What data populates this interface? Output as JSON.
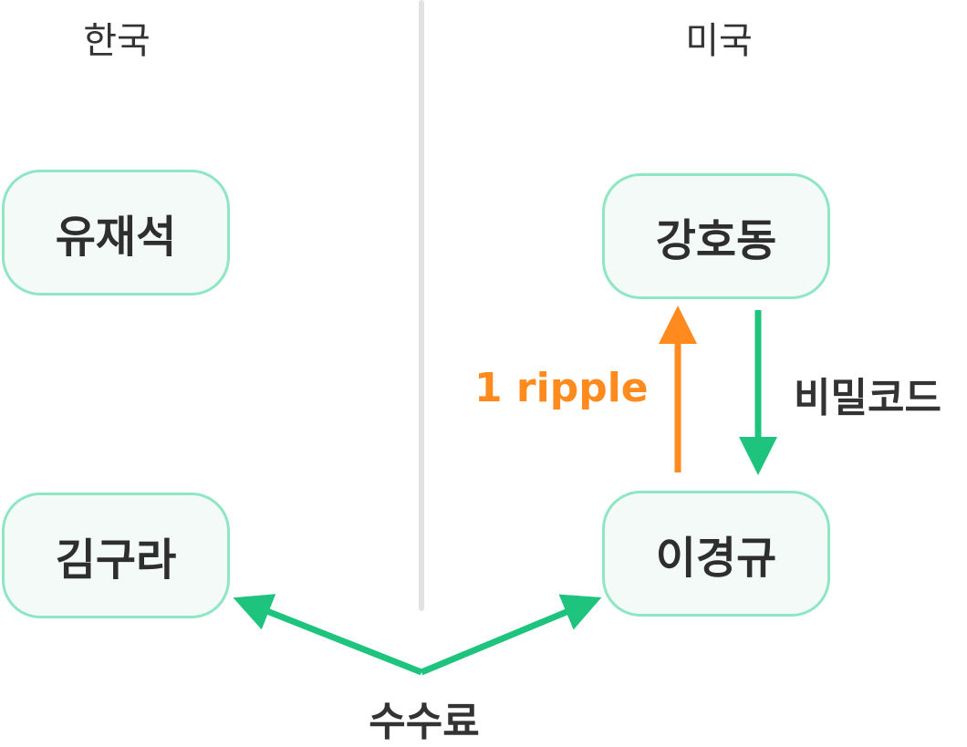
{
  "regions": {
    "left": "한국",
    "right": "미국"
  },
  "nodes": {
    "yoo": "유재석",
    "kim": "김구라",
    "kang": "강호동",
    "lee": "이경규"
  },
  "edges": {
    "ripple": "1 ripple",
    "password": "비밀코드",
    "fee": "수수료"
  },
  "colors": {
    "green": "#1ec47e",
    "orange": "#ff8a1e",
    "node_border": "#8fe6c3",
    "node_fill": "#f3faf7",
    "divider": "#e2e2e2"
  }
}
